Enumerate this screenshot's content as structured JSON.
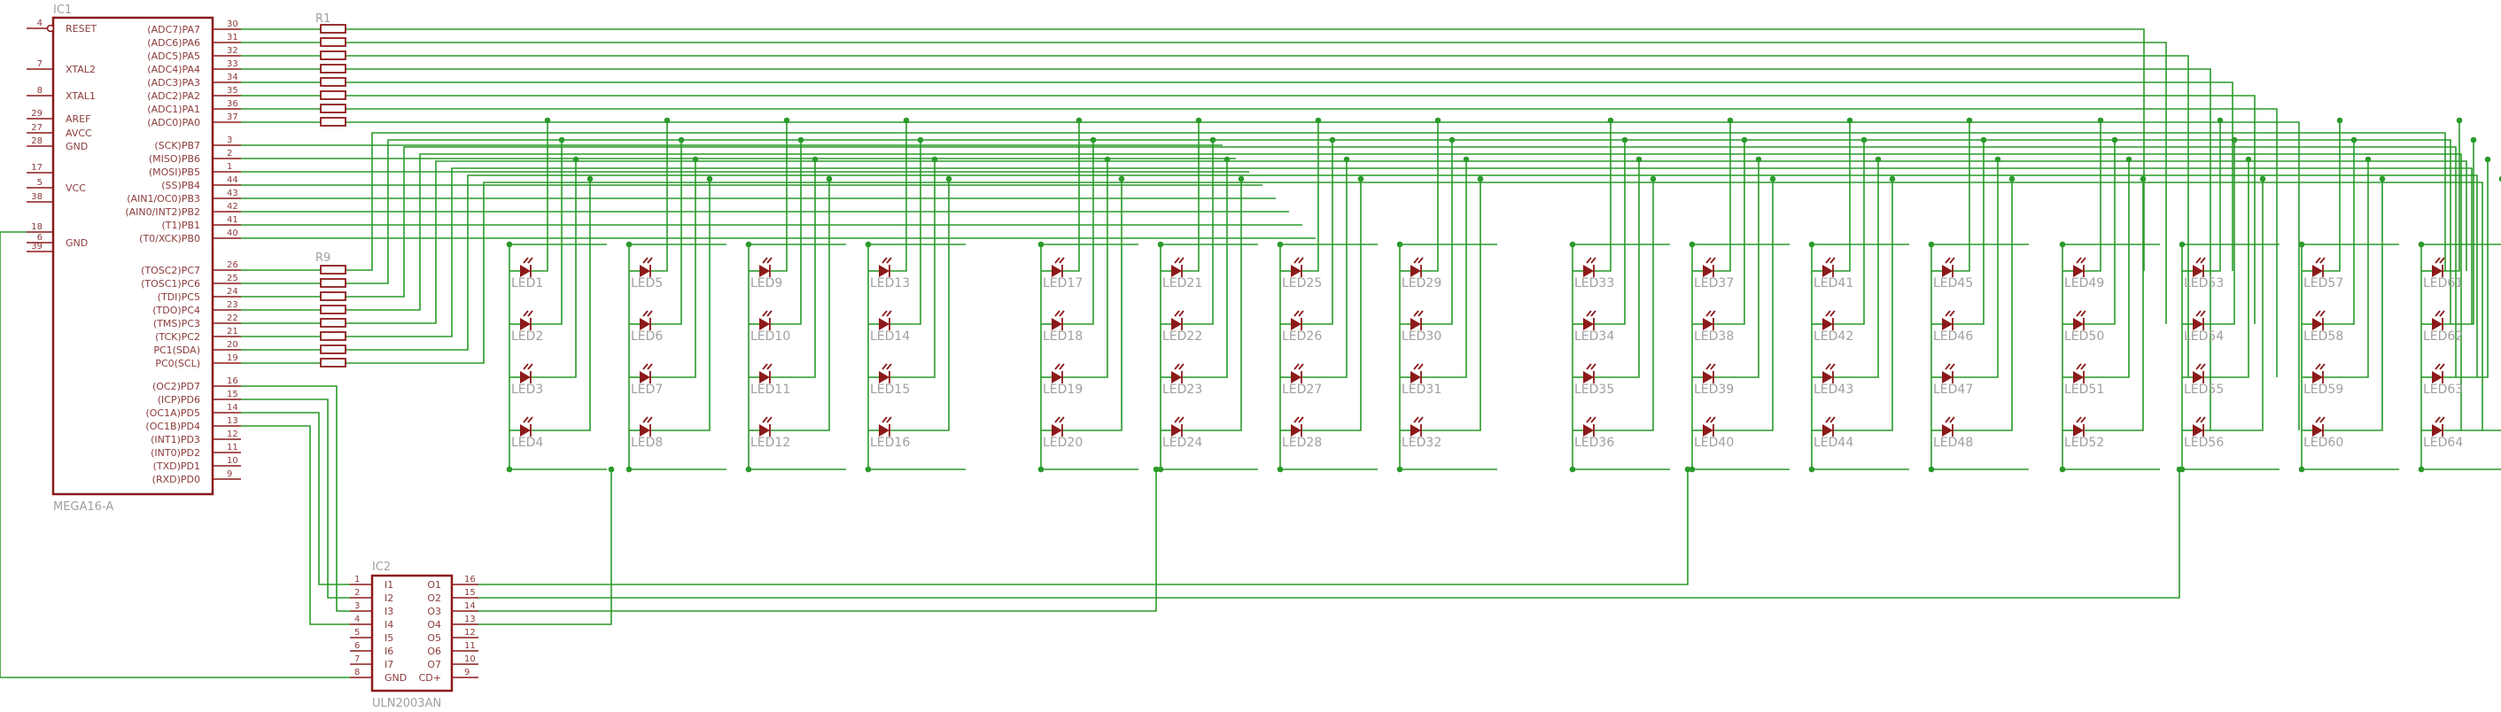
{
  "ic1": {
    "refdes": "IC1",
    "value": "MEGA16-A",
    "left_pins": [
      {
        "num": "4",
        "name": "RESET"
      },
      {
        "num": "7",
        "name": "XTAL2"
      },
      {
        "num": "8",
        "name": "XTAL1"
      },
      {
        "num": "29",
        "name": "AREF"
      },
      {
        "num": "27",
        "name": "AVCC"
      },
      {
        "num": "28",
        "name": "GND"
      },
      {
        "num": "17",
        "name": ""
      },
      {
        "num": "5",
        "name": "VCC"
      },
      {
        "num": "38",
        "name": ""
      },
      {
        "num": "18",
        "name": ""
      },
      {
        "num": "6",
        "name": "GND"
      },
      {
        "num": "39",
        "name": ""
      }
    ],
    "right_pins": [
      {
        "num": "30",
        "name": "(ADC7)PA7"
      },
      {
        "num": "31",
        "name": "(ADC6)PA6"
      },
      {
        "num": "32",
        "name": "(ADC5)PA5"
      },
      {
        "num": "33",
        "name": "(ADC4)PA4"
      },
      {
        "num": "34",
        "name": "(ADC3)PA3"
      },
      {
        "num": "35",
        "name": "(ADC2)PA2"
      },
      {
        "num": "36",
        "name": "(ADC1)PA1"
      },
      {
        "num": "37",
        "name": "(ADC0)PA0"
      },
      {
        "num": "3",
        "name": "(SCK)PB7"
      },
      {
        "num": "2",
        "name": "(MISO)PB6"
      },
      {
        "num": "1",
        "name": "(MOSI)PB5"
      },
      {
        "num": "44",
        "name": "(SS)PB4"
      },
      {
        "num": "43",
        "name": "(AIN1/OC0)PB3"
      },
      {
        "num": "42",
        "name": "(AIN0/INT2)PB2"
      },
      {
        "num": "41",
        "name": "(T1)PB1"
      },
      {
        "num": "40",
        "name": "(T0/XCK)PB0"
      },
      {
        "num": "26",
        "name": "(TOSC2)PC7"
      },
      {
        "num": "25",
        "name": "(TOSC1)PC6"
      },
      {
        "num": "24",
        "name": "(TDI)PC5"
      },
      {
        "num": "23",
        "name": "(TDO)PC4"
      },
      {
        "num": "22",
        "name": "(TMS)PC3"
      },
      {
        "num": "21",
        "name": "(TCK)PC2"
      },
      {
        "num": "20",
        "name": "PC1(SDA)"
      },
      {
        "num": "19",
        "name": "PC0(SCL)"
      },
      {
        "num": "16",
        "name": "(OC2)PD7"
      },
      {
        "num": "15",
        "name": "(ICP)PD6"
      },
      {
        "num": "14",
        "name": "(OC1A)PD5"
      },
      {
        "num": "13",
        "name": "(OC1B)PD4"
      },
      {
        "num": "12",
        "name": "(INT1)PD3"
      },
      {
        "num": "11",
        "name": "(INT0)PD2"
      },
      {
        "num": "10",
        "name": "(TXD)PD1"
      },
      {
        "num": "9",
        "name": "(RXD)PD0"
      }
    ]
  },
  "ic2": {
    "refdes": "IC2",
    "value": "ULN2003AN",
    "left_pins": [
      {
        "num": "1",
        "name": "I1"
      },
      {
        "num": "2",
        "name": "I2"
      },
      {
        "num": "3",
        "name": "I3"
      },
      {
        "num": "4",
        "name": "I4"
      },
      {
        "num": "5",
        "name": "I5"
      },
      {
        "num": "6",
        "name": "I6"
      },
      {
        "num": "7",
        "name": "I7"
      },
      {
        "num": "8",
        "name": "GND"
      }
    ],
    "right_pins": [
      {
        "num": "16",
        "name": "O1"
      },
      {
        "num": "15",
        "name": "O2"
      },
      {
        "num": "14",
        "name": "O3"
      },
      {
        "num": "13",
        "name": "O4"
      },
      {
        "num": "12",
        "name": "O5"
      },
      {
        "num": "11",
        "name": "O6"
      },
      {
        "num": "10",
        "name": "O7"
      },
      {
        "num": "9",
        "name": "CD+"
      }
    ]
  },
  "resistors": {
    "r1": "R1",
    "r9": "R9"
  },
  "led_prefix": "LED",
  "led_count": 64,
  "colors": {
    "part": "#8c1a1a",
    "wire": "#2a9a2a",
    "label": "#a0a0a0"
  }
}
